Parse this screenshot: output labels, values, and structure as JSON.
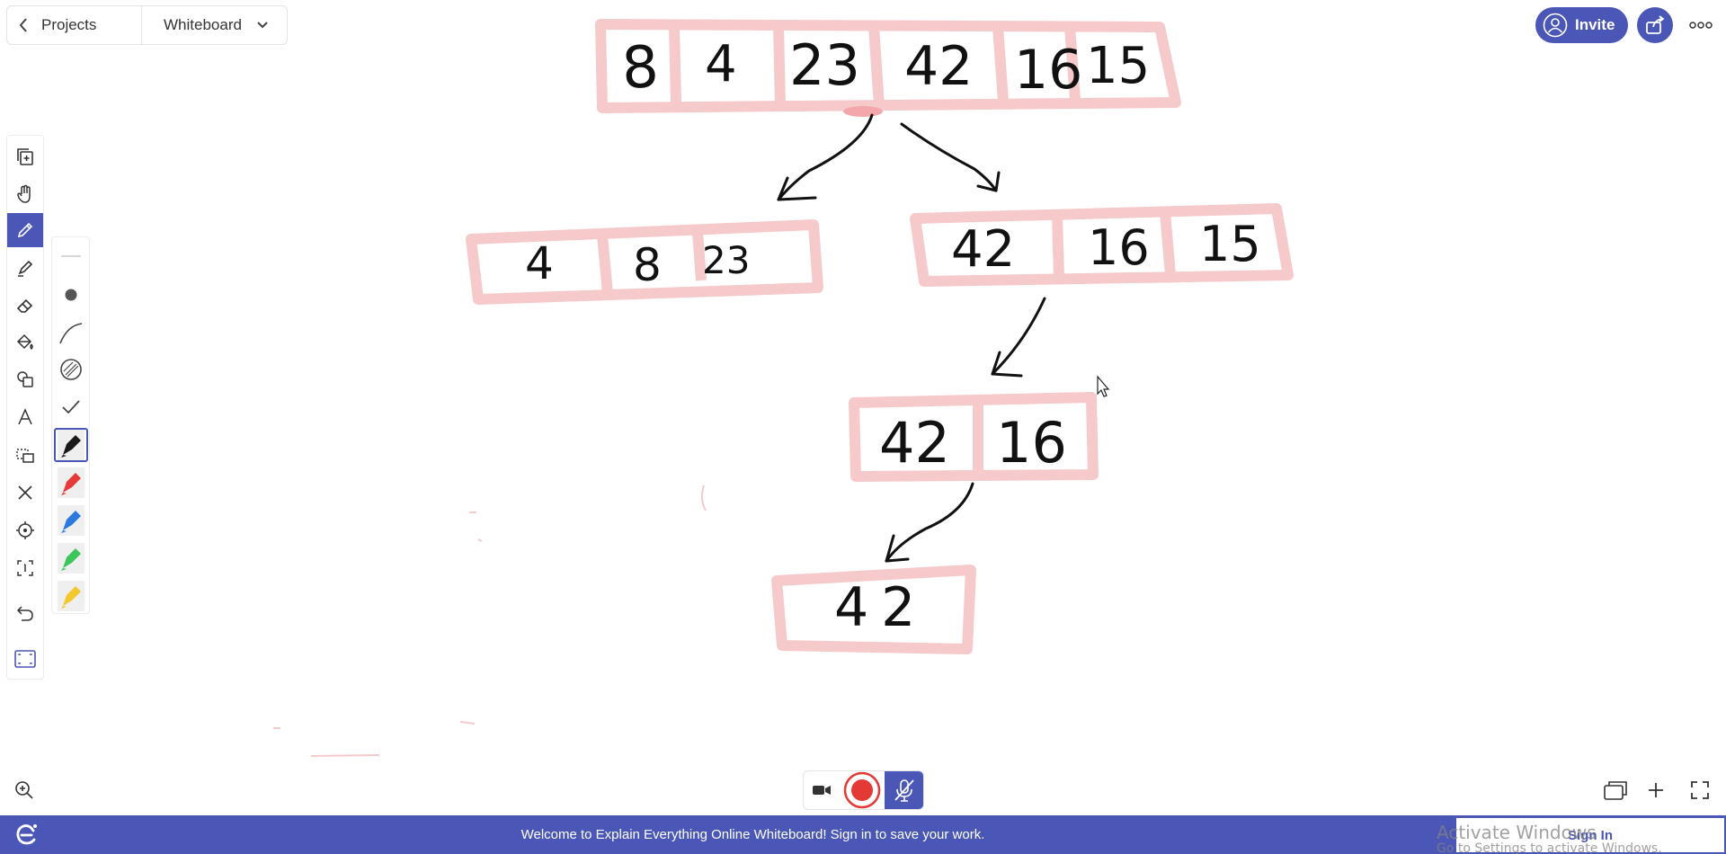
{
  "header": {
    "back_label": "Projects",
    "board_name": "Whiteboard",
    "invite_label": "Invite"
  },
  "toolbar": {
    "tools": [
      "copy-add-icon",
      "hand-icon",
      "pen-icon",
      "highlighter-icon",
      "eraser-icon",
      "fill-icon",
      "shapes-icon",
      "text-icon",
      "select-icon",
      "close-icon",
      "pointer-icon",
      "crop-icon",
      "undo-icon",
      "fit-screen-icon"
    ],
    "active_tool": "pen-icon"
  },
  "palette": {
    "pens": [
      {
        "name": "black-pen",
        "color": "#1a1a1a"
      },
      {
        "name": "red-pen",
        "color": "#e63a3a"
      },
      {
        "name": "blue-pen",
        "color": "#2a7ae0"
      },
      {
        "name": "green-pen",
        "color": "#3ac65a"
      },
      {
        "name": "yellow-pen",
        "color": "#f3c82c"
      }
    ],
    "selected": "black-pen"
  },
  "canvas": {
    "root": [
      "8",
      "4",
      "23",
      "42",
      "16",
      "15"
    ],
    "left": [
      "4",
      "8",
      "23"
    ],
    "right": [
      "42",
      "16",
      "15"
    ],
    "right_left": [
      "42",
      "16"
    ],
    "leaf": "42"
  },
  "footer": {
    "message": "Welcome to Explain Everything Online Whiteboard! Sign in to save your work.",
    "sign_in": "Sign In",
    "watermark_line1": "Activate Windows",
    "watermark_line2": "Go to Settings to activate Windows."
  },
  "colors": {
    "accent": "#4b57b6",
    "box_stroke": "#f6c9cb",
    "record": "#e53935"
  }
}
